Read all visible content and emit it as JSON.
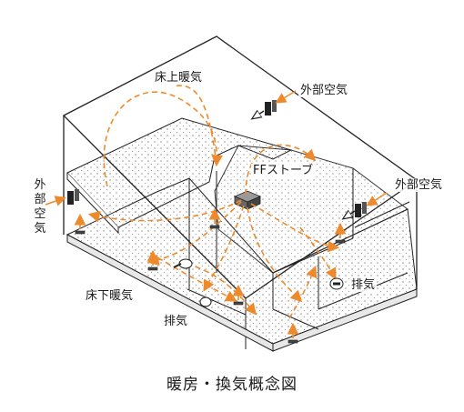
{
  "labels": {
    "floor_heating_top": "床上暖気",
    "outside_air_top": "外部空気",
    "ff_stove": "FFストーブ",
    "outside_air_right": "外部空気",
    "outside_air_left": "外部空気",
    "floor_heating_bottom": "床下暖気",
    "exhaust_left": "排気",
    "exhaust_right": "排気"
  },
  "caption": "暖房・換気概念図",
  "colors": {
    "line": "#222222",
    "airflow": "#ef8a2c",
    "floor": "#f2f2f2"
  }
}
